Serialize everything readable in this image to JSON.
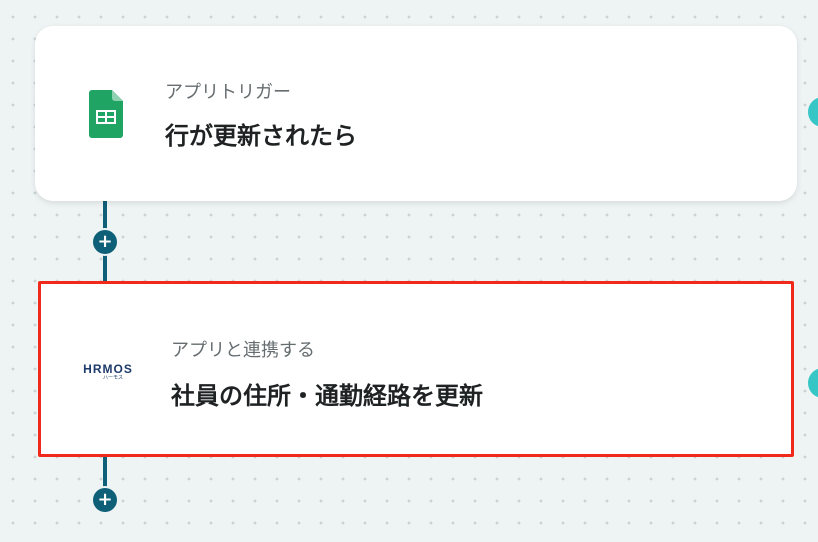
{
  "flow": {
    "steps": [
      {
        "subtitle": "アプリトリガー",
        "title": "行が更新されたら",
        "icon": "google-sheets-icon"
      },
      {
        "subtitle": "アプリと連携する",
        "title": "社員の住所・通勤経路を更新",
        "logo": {
          "word": "HRMOS",
          "kana": "ハーモス"
        }
      }
    ],
    "add_button_symbol": "+"
  },
  "colors": {
    "connector": "#0e5f78",
    "highlight_border": "#f0291a",
    "sheets_green": "#1fa463",
    "side_node": "#36c6c6"
  }
}
